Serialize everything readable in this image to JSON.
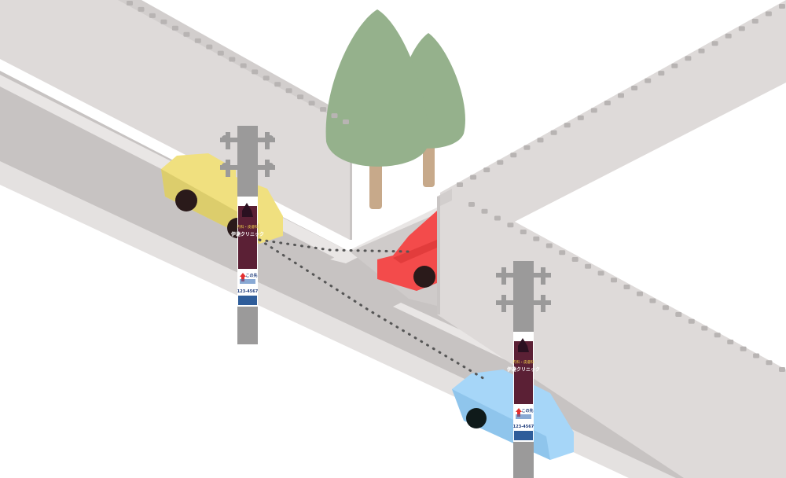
{
  "signs": [
    {
      "subtitle": "内科・皮膚科",
      "name": "伊達クリニック",
      "direction": "この先",
      "phone": "123-4567"
    },
    {
      "subtitle": "内科・皮膚科",
      "name": "伊達クリニック",
      "direction": "この先",
      "phone": "123-4567"
    }
  ],
  "colors": {
    "wall": "#dedad9",
    "wall_dark": "#c9c5c4",
    "road": "#c7c3c2",
    "road_line": "#e9e6e5",
    "tree": "#95b18c",
    "trunk": "#c7a98a",
    "pole": "#9b9a9a",
    "sign_body": "#5b2035",
    "sign_accent": "#f4d24a",
    "car_yellow": "#f0e07f",
    "car_red": "#f34b4b",
    "car_blue": "#a6d6f8",
    "sight_line": "#555555"
  }
}
